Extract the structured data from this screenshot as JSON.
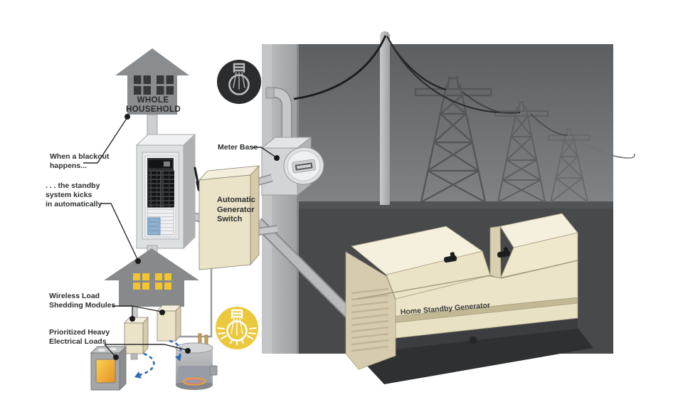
{
  "title": "Home Standby Generator System Diagram",
  "scene": {
    "household_sign": "WHOLE\nHOUSEHOLD",
    "callout_blackout": "When a blackout\nhappens...",
    "callout_standby": ". . . the standby\nsystem kicks\nin automatically",
    "label_meter_base": "Meter Base",
    "label_generator_switch": "Automatic\nGenerator\nSwitch",
    "label_generator": "Home Standby Generator",
    "label_wireless_modules": "Wireless Load\nShedding Modules",
    "label_priority_loads": "Prioritized Heavy\nElectrical Loads"
  },
  "icons": {
    "power_out": "lightbulb-off-icon",
    "power_restored": "lightbulb-on-icon"
  },
  "colors": {
    "power_out_badge": "#2b2c2d",
    "power_on_badge": "#ecc83d",
    "arrow_blue": "#2e6cb5",
    "equipment_beige": "#ebe3c7",
    "scene_night_sky": "#6a6e71",
    "scene_ground": "#47494b",
    "lit_window_yellow": "#f1c430"
  }
}
